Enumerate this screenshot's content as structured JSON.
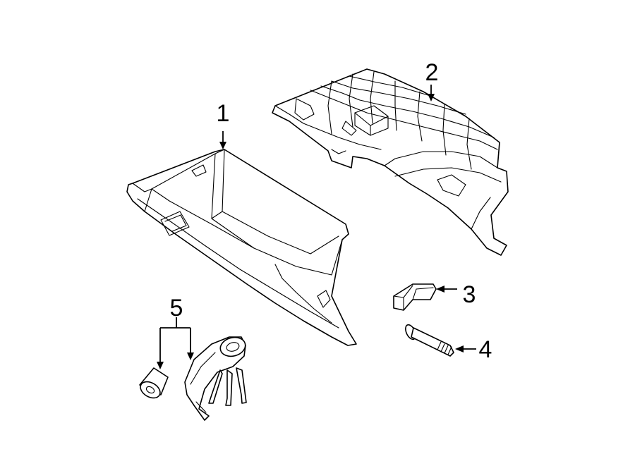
{
  "callouts": {
    "part1": "1",
    "part2": "2",
    "part3": "3",
    "part4": "4",
    "part5": "5"
  },
  "colors": {
    "line": "#000000",
    "background": "#ffffff"
  }
}
